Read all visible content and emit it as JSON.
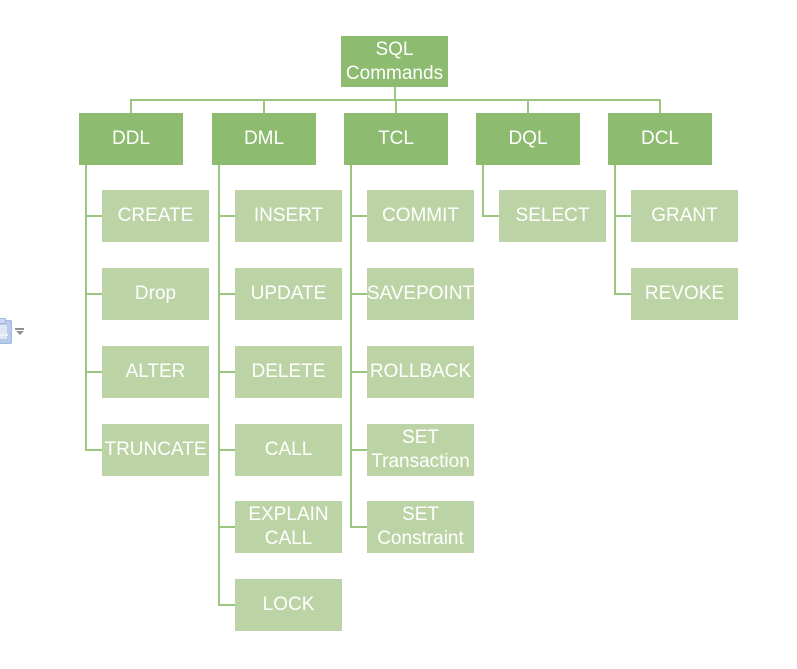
{
  "diagram": {
    "type": "org-chart",
    "title": "SQL Commands",
    "root": {
      "label": "SQL\nCommands"
    },
    "branches": [
      {
        "label": "DDL",
        "children": [
          "CREATE",
          "Drop",
          "ALTER",
          "TRUNCATE"
        ]
      },
      {
        "label": "DML",
        "children": [
          "INSERT",
          "UPDATE",
          "DELETE",
          "CALL",
          "EXPLAIN\nCALL",
          "LOCK"
        ]
      },
      {
        "label": "TCL",
        "children": [
          "COMMIT",
          "SAVEPOINT",
          "ROLLBACK",
          "SET\nTransaction",
          "SET\nConstraint"
        ]
      },
      {
        "label": "DQL",
        "children": [
          "SELECT"
        ]
      },
      {
        "label": "DCL",
        "children": [
          "GRANT",
          "REVOKE"
        ]
      }
    ],
    "colors": {
      "parent_fill": "#8dbb6f",
      "child_fill": "#bcd4a5",
      "connector": "#9cc67f",
      "text": "#ffffff",
      "background": "#ffffff"
    }
  },
  "icons": {
    "paste_options": "clipboard-paste-icon",
    "dropdown": "chevron-down-icon",
    "dropdown_color": "#8f8f8f",
    "clipboard_color": "#b7cbe9"
  }
}
